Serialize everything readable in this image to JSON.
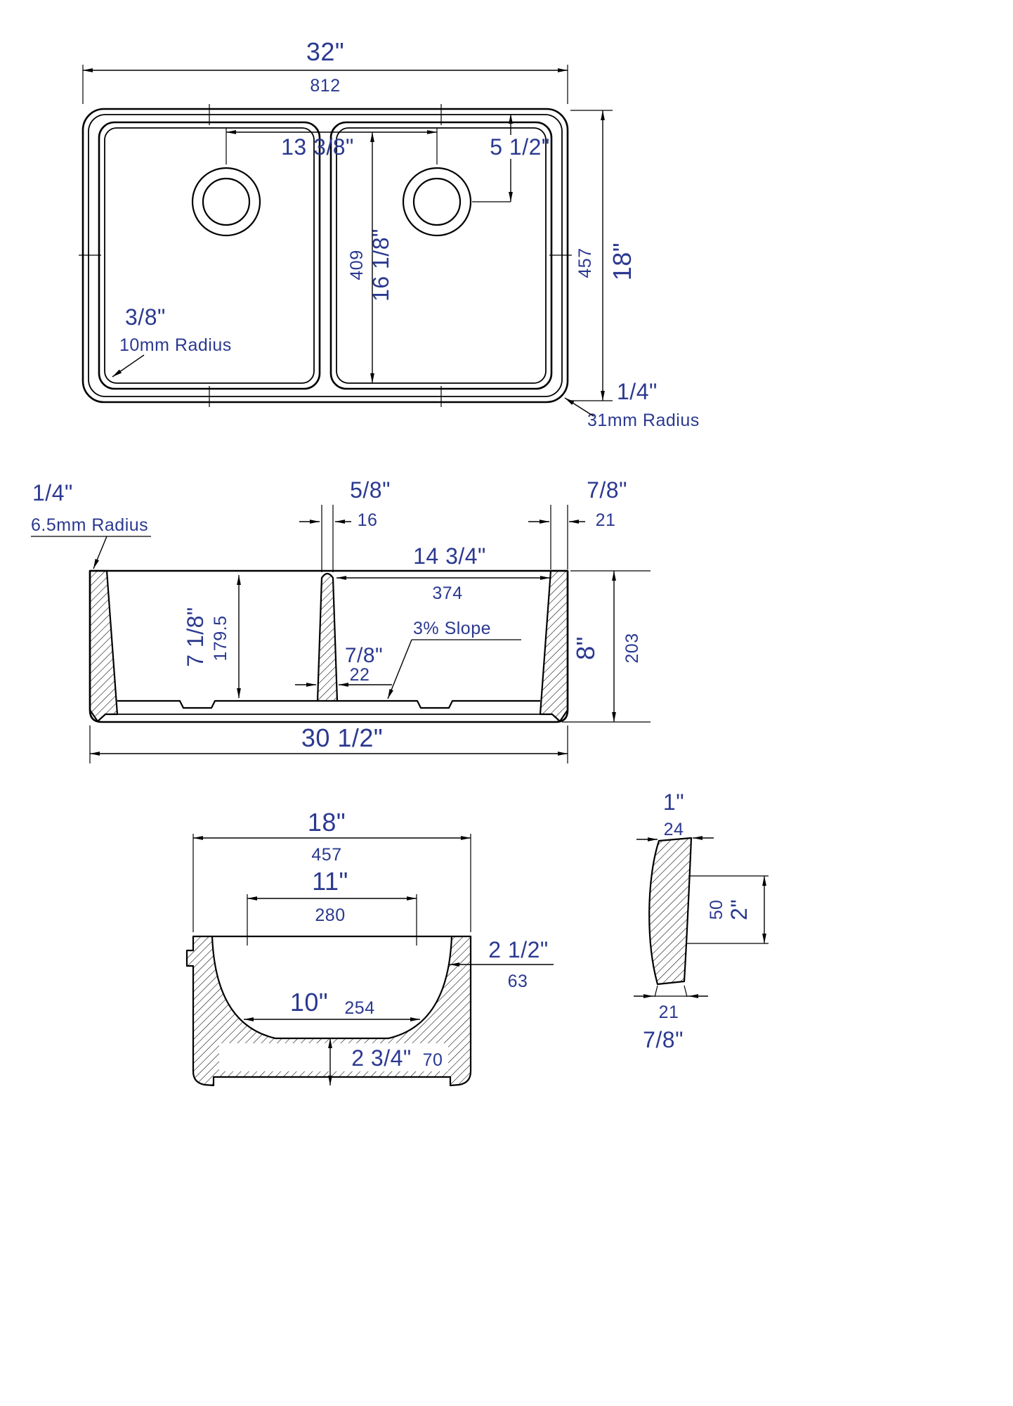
{
  "meta": {
    "title": "Double bowl sink dimension drawing"
  },
  "colors": {
    "dimension_text": "#2b3990",
    "line": "#000000"
  },
  "top_view": {
    "overall_width_in": "32\"",
    "overall_width_mm": "812",
    "overall_depth_in": "18\"",
    "overall_depth_mm": "457",
    "drain_spacing_in": "13 3/8\"",
    "drain_from_back_in": "5 1/2\"",
    "drain_from_front_in": "16 1/8\"",
    "drain_from_front_mm": "409",
    "inner_corner_radius_in": "3/8\"",
    "inner_corner_radius_label": "10mm Radius",
    "outer_corner_radius_in": "1/4\"",
    "outer_corner_radius_label": "31mm Radius"
  },
  "front_view": {
    "top_corner_radius_in": "1/4\"",
    "top_corner_radius_label": "6.5mm Radius",
    "divider_top_width_in": "5/8\"",
    "divider_top_width_mm": "16",
    "wall_top_width_in": "7/8\"",
    "wall_top_width_mm": "21",
    "bowl_width_in": "14 3/4\"",
    "bowl_width_mm": "374",
    "bowl_depth_in": "7 1/8\"",
    "bowl_depth_mm": "179.5",
    "divider_bottom_width_in": "7/8\"",
    "divider_bottom_width_mm": "22",
    "slope_label": "3% Slope",
    "overall_height_in": "8\"",
    "overall_height_mm": "203",
    "base_width_in": "30 1/2\""
  },
  "side_view": {
    "overall_width_in": "18\"",
    "overall_width_mm": "457",
    "opening_width_in": "11\"",
    "opening_width_mm": "280",
    "wall_thickness_in": "2 1/2\"",
    "wall_thickness_mm": "63",
    "bottom_width_in": "10\"",
    "bottom_width_mm": "254",
    "base_thickness_in": "2 3/4\"",
    "base_thickness_mm": "70"
  },
  "profile_detail": {
    "top_width_in": "1\"",
    "top_width_mm": "24",
    "side_height_in": "2\"",
    "side_height_mm": "50",
    "bottom_width_mm": "21",
    "bottom_width_in": "7/8\""
  }
}
